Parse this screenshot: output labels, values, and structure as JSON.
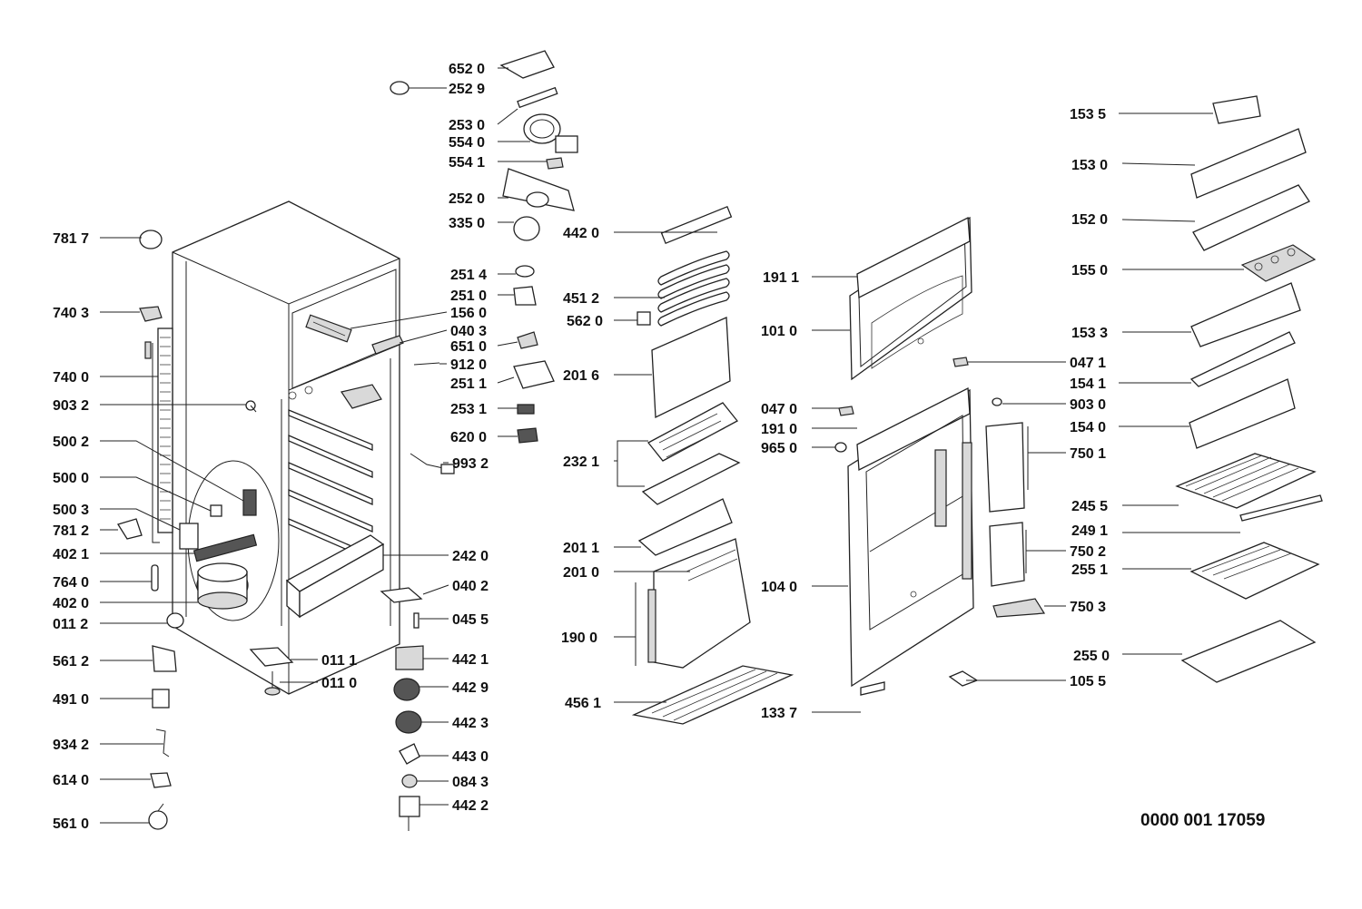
{
  "drawing_code": "0000 001 17059",
  "callouts": [
    {
      "id": "c7817",
      "label": "781 7"
    },
    {
      "id": "c7403",
      "label": "740 3"
    },
    {
      "id": "c7400",
      "label": "740 0"
    },
    {
      "id": "c9032",
      "label": "903 2"
    },
    {
      "id": "c5002",
      "label": "500 2"
    },
    {
      "id": "c5000",
      "label": "500 0"
    },
    {
      "id": "c5003",
      "label": "500 3"
    },
    {
      "id": "c7812",
      "label": "781 2"
    },
    {
      "id": "c4021",
      "label": "402 1"
    },
    {
      "id": "c7640",
      "label": "764 0"
    },
    {
      "id": "c4020",
      "label": "402 0"
    },
    {
      "id": "c0112",
      "label": "011 2"
    },
    {
      "id": "c5612",
      "label": "561 2"
    },
    {
      "id": "c4910",
      "label": "491 0"
    },
    {
      "id": "c9342",
      "label": "934 2"
    },
    {
      "id": "c6140",
      "label": "614 0"
    },
    {
      "id": "c5610",
      "label": "561 0"
    },
    {
      "id": "c6520",
      "label": "652 0"
    },
    {
      "id": "c2529",
      "label": "252 9"
    },
    {
      "id": "c2530",
      "label": "253 0"
    },
    {
      "id": "c5540",
      "label": "554 0"
    },
    {
      "id": "c5541",
      "label": "554 1"
    },
    {
      "id": "c2520",
      "label": "252 0"
    },
    {
      "id": "c3350",
      "label": "335 0"
    },
    {
      "id": "c2514",
      "label": "251 4"
    },
    {
      "id": "c2510",
      "label": "251 0"
    },
    {
      "id": "c1560",
      "label": "156 0"
    },
    {
      "id": "c0403",
      "label": "040 3"
    },
    {
      "id": "c6510",
      "label": "651 0"
    },
    {
      "id": "c9120",
      "label": "912 0"
    },
    {
      "id": "c2511",
      "label": "251 1"
    },
    {
      "id": "c2531",
      "label": "253 1"
    },
    {
      "id": "c6200",
      "label": "620 0"
    },
    {
      "id": "c9932",
      "label": "993 2"
    },
    {
      "id": "c2420",
      "label": "242 0"
    },
    {
      "id": "c0402",
      "label": "040 2"
    },
    {
      "id": "c0455",
      "label": "045 5"
    },
    {
      "id": "c0111",
      "label": "011 1"
    },
    {
      "id": "c0110",
      "label": "011 0"
    },
    {
      "id": "c4421",
      "label": "442 1"
    },
    {
      "id": "c4429",
      "label": "442 9"
    },
    {
      "id": "c4423",
      "label": "442 3"
    },
    {
      "id": "c4430",
      "label": "443 0"
    },
    {
      "id": "c0843",
      "label": "084 3"
    },
    {
      "id": "c4422",
      "label": "442 2"
    },
    {
      "id": "c4420",
      "label": "442 0"
    },
    {
      "id": "c4512",
      "label": "451 2"
    },
    {
      "id": "c5620",
      "label": "562 0"
    },
    {
      "id": "c2016",
      "label": "201 6"
    },
    {
      "id": "c2321",
      "label": "232 1"
    },
    {
      "id": "c2011",
      "label": "201 1"
    },
    {
      "id": "c2010",
      "label": "201 0"
    },
    {
      "id": "c1900",
      "label": "190 0"
    },
    {
      "id": "c4561",
      "label": "456 1"
    },
    {
      "id": "c1911",
      "label": "191 1"
    },
    {
      "id": "c1010",
      "label": "101 0"
    },
    {
      "id": "c0470a",
      "label": "047 0"
    },
    {
      "id": "c1910",
      "label": "191 0"
    },
    {
      "id": "c9650",
      "label": "965 0"
    },
    {
      "id": "c1040",
      "label": "104 0"
    },
    {
      "id": "c1337",
      "label": "133 7"
    },
    {
      "id": "c1535",
      "label": "153 5"
    },
    {
      "id": "c1530",
      "label": "153 0"
    },
    {
      "id": "c1520",
      "label": "152 0"
    },
    {
      "id": "c1550",
      "label": "155 0"
    },
    {
      "id": "c1533",
      "label": "153 3"
    },
    {
      "id": "c0471",
      "label": "047 1"
    },
    {
      "id": "c1541",
      "label": "154 1"
    },
    {
      "id": "c9030",
      "label": "903 0"
    },
    {
      "id": "c1540",
      "label": "154 0"
    },
    {
      "id": "c7501",
      "label": "750 1"
    },
    {
      "id": "c2455",
      "label": "245 5"
    },
    {
      "id": "c2491",
      "label": "249 1"
    },
    {
      "id": "c7502",
      "label": "750 2"
    },
    {
      "id": "c2551",
      "label": "255 1"
    },
    {
      "id": "c7503",
      "label": "750 3"
    },
    {
      "id": "c2550",
      "label": "255 0"
    },
    {
      "id": "c1055",
      "label": "105 5"
    }
  ]
}
